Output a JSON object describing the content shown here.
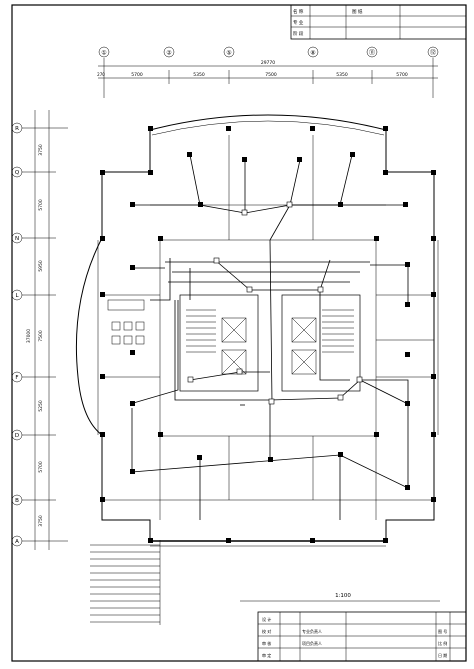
{
  "title_block_top": {
    "rows": [
      {
        "label": "名 称",
        "value": "",
        "code": "图 纸"
      },
      {
        "label": "专 业",
        "value": "",
        "code": ""
      },
      {
        "label": "阶 段",
        "value": "",
        "code": ""
      }
    ]
  },
  "axes_top": {
    "labels": [
      "①",
      "②",
      "⑤",
      "⑧",
      "⑪",
      "⑫"
    ],
    "total_dim": "29770",
    "spans": [
      "5700",
      "5350",
      "7500",
      "5350",
      "5700"
    ],
    "left_end": "270"
  },
  "axes_left": {
    "labels": [
      "R",
      "Q",
      "N",
      "L",
      "F",
      "D",
      "B",
      "A"
    ],
    "spans": [
      "3750",
      "5700",
      "5950",
      "7500",
      "5250",
      "5700",
      "3750"
    ],
    "total_dim": "37000"
  },
  "scale_label": "1:100",
  "title_block_bottom": {
    "left_labels": [
      "设 计",
      "校 对",
      "审 核",
      "审 定"
    ],
    "mid_labels": [
      "专业负责人",
      "项目负责人"
    ],
    "right_labels": [
      "图 号",
      "比 例",
      "日 期"
    ]
  }
}
